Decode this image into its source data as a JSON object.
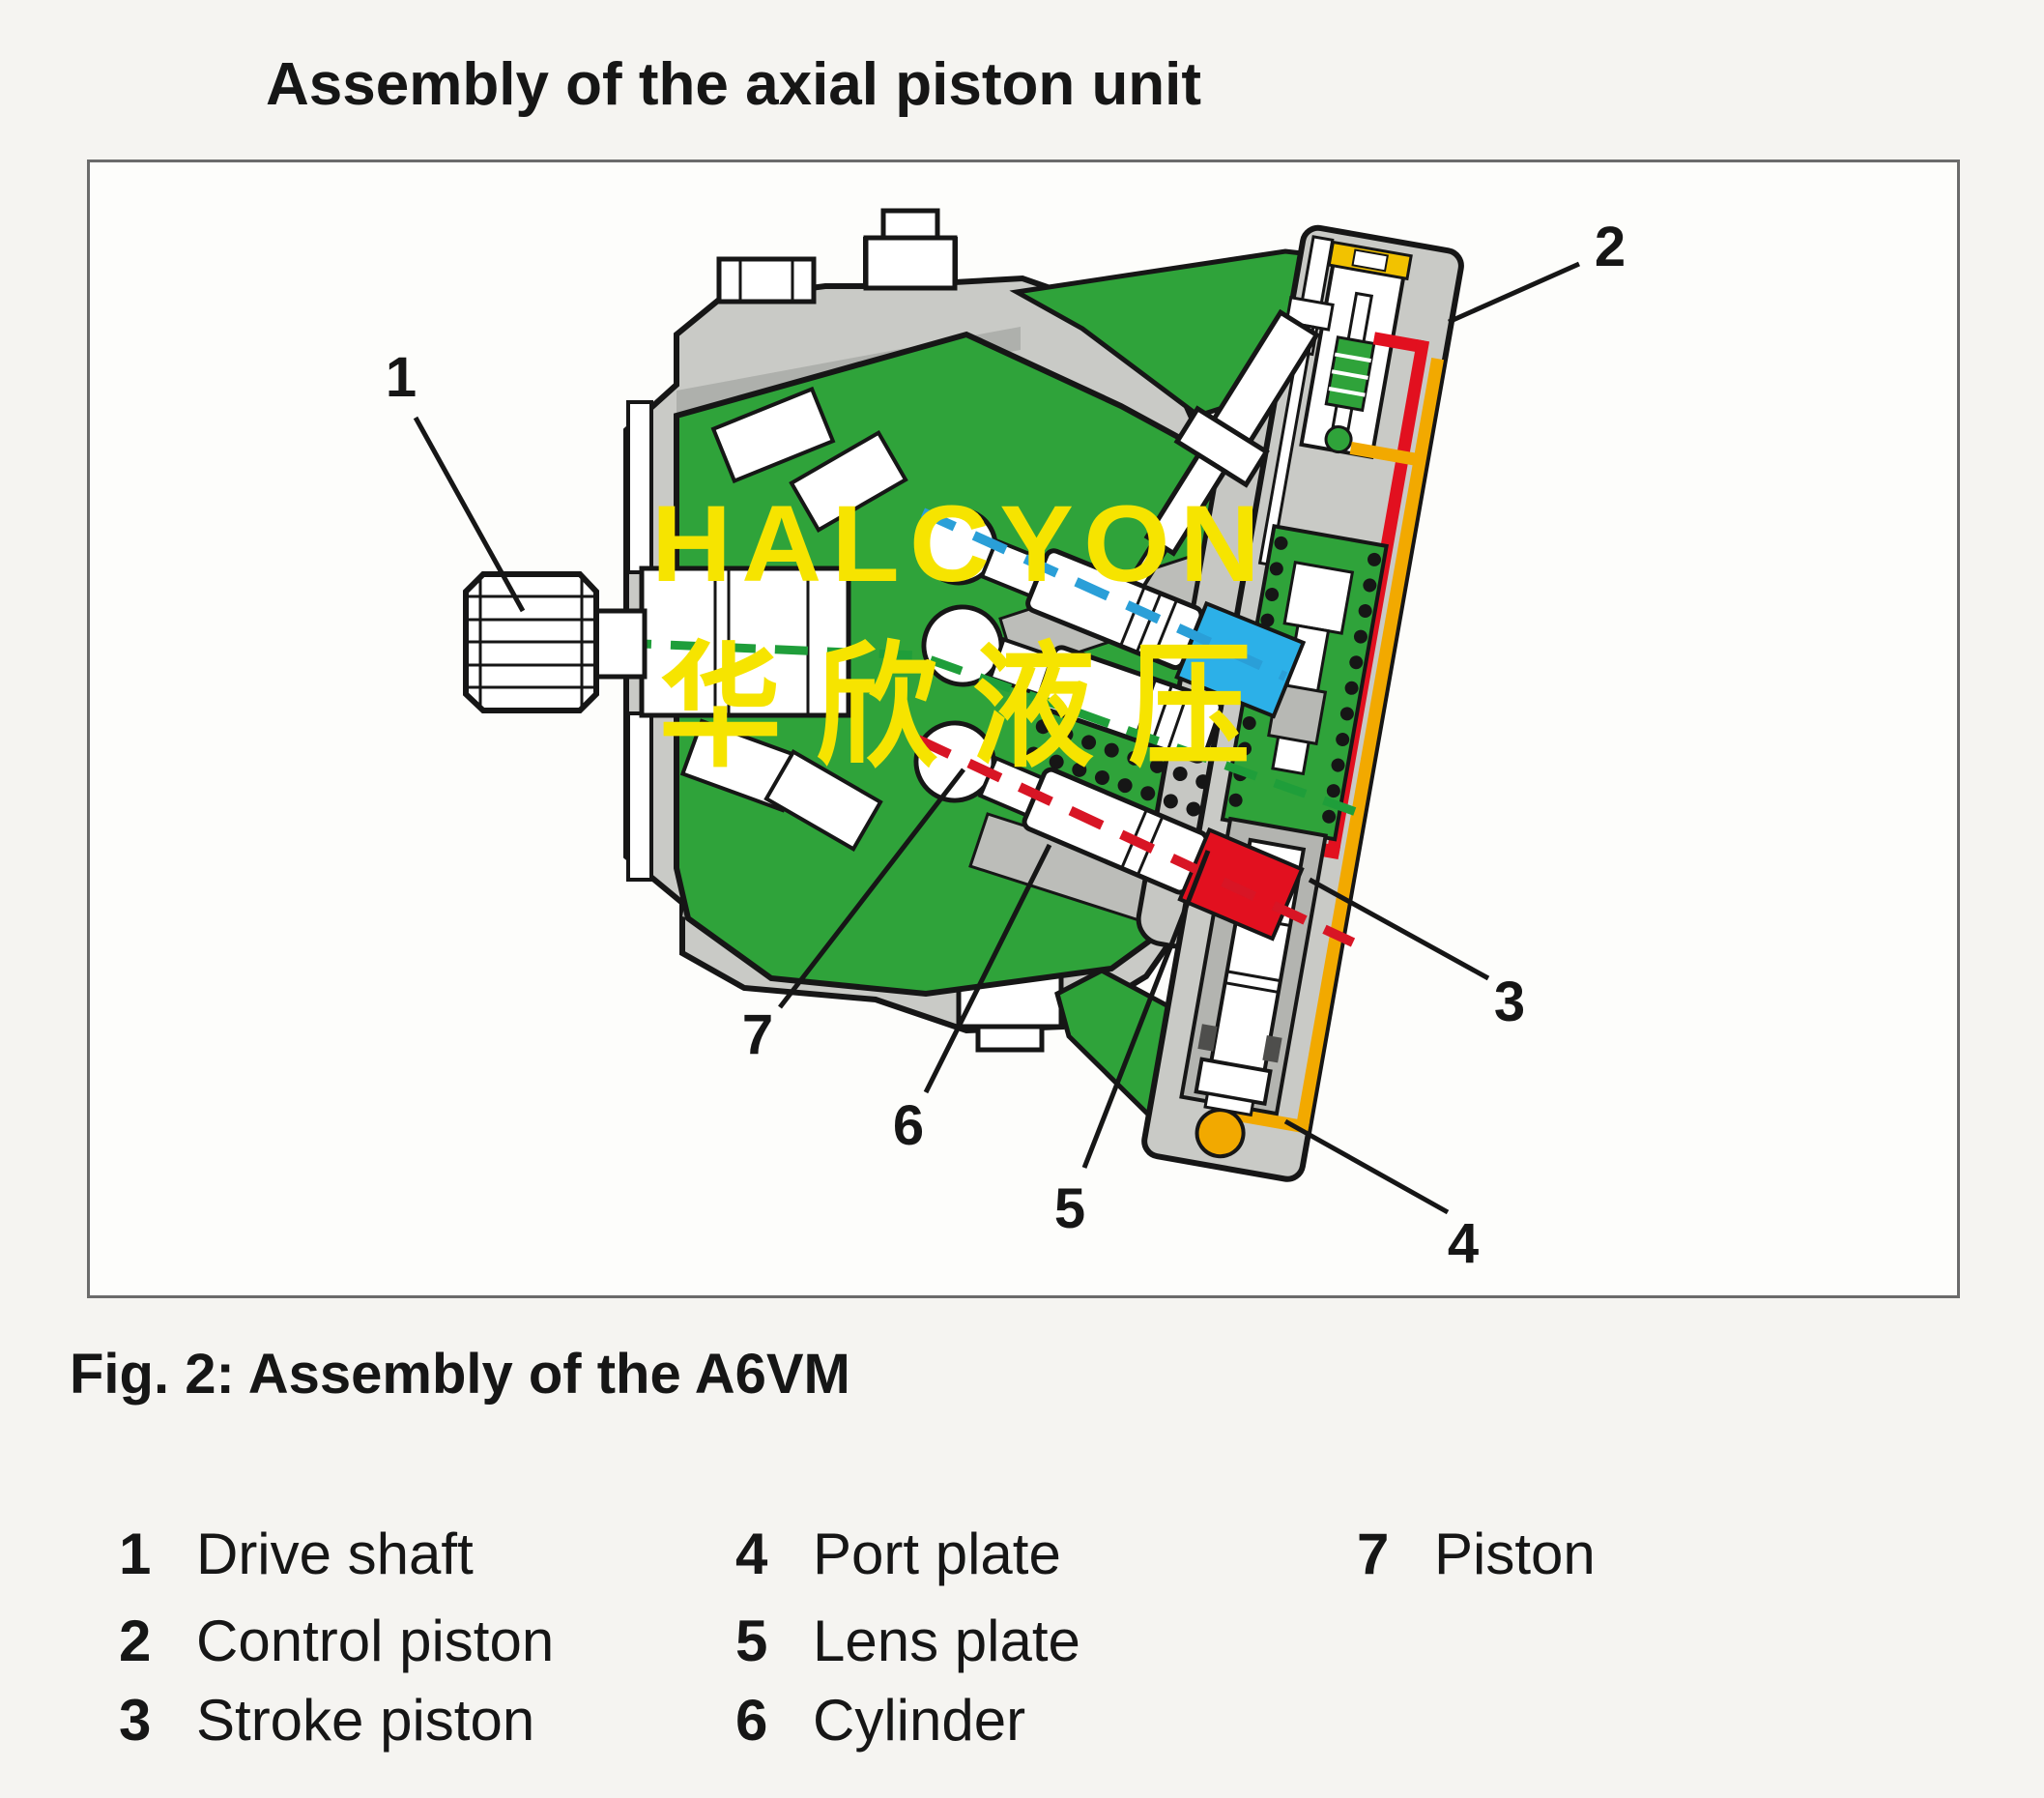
{
  "page": {
    "title": "Assembly of the axial piston unit"
  },
  "figure": {
    "caption": "Fig. 2: Assembly of the A6VM",
    "watermark": {
      "line1": "HALCYON",
      "line2": "华 欣 液 压"
    },
    "callouts": [
      "1",
      "2",
      "3",
      "4",
      "5",
      "6",
      "7"
    ]
  },
  "legend": {
    "items": [
      {
        "num": "1",
        "label": "Drive shaft"
      },
      {
        "num": "2",
        "label": "Control piston"
      },
      {
        "num": "3",
        "label": "Stroke piston"
      },
      {
        "num": "4",
        "label": "Port plate"
      },
      {
        "num": "5",
        "label": "Lens plate"
      },
      {
        "num": "6",
        "label": "Cylinder"
      },
      {
        "num": "7",
        "label": "Piston"
      }
    ]
  },
  "colors": {
    "part_green": "#2fa33a",
    "housing_gray": "#c9cac6",
    "line_red": "#e2101f",
    "line_orange": "#f2a900",
    "sleeve_cyan": "#2cb0e8",
    "watermark_yellow": "#f6e400",
    "outline_black": "#161616"
  }
}
